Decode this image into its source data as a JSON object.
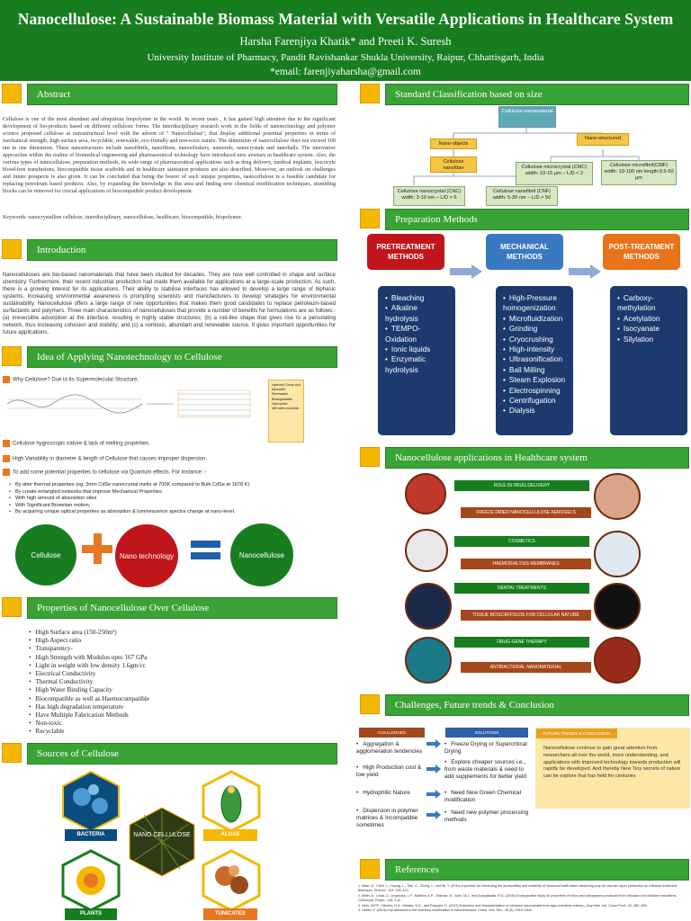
{
  "header": {
    "title": "Nanocellulose: A Sustainable Biomass Material with Versatile Applications in Healthcare System",
    "authors": "Harsha Farenjiya Khatik* and Preeti K. Suresh",
    "affiliation": "University Institute of Pharmacy, Pandit Ravishankar Shukla University, Raipur, Chhattisgarh, India",
    "email": "*email: farenjiyaharsha@gmail.com"
  },
  "sections": {
    "abstract": "Abstract",
    "introduction": "Introduction",
    "idea": "Idea of Applying Nanotechnology to Cellulose",
    "properties": "Properties of Nanocellulose Over Cellulose",
    "sources": "Sources of Cellulose",
    "classification": "Standard Classification based on size",
    "preparation": "Preparation Methods",
    "applications": "Nanocellulose applications in Healthcare system",
    "challenges": "Challenges, Future trends & Conclusion",
    "references": "References"
  },
  "abstract": {
    "text": "Cellulose is one of the most abundant and ubiquitous biopolymer in the world. In recent years , it has gained high attention due to the significant development of bio-products based on different cellulosic forms. The interdisciplinary research work in the fields of nanotechnology and polymer science proposed cellulose at nanostructural level with the advent of \" Nanocellulose\"; that display additional potential properties in terms of mechanical strength, high surface area, recyclable, renewable, eco-friendly and non-toxic nature. The dimension of nanocellulose does not exceed 100 nm in one dimension. These nanostructures include nanofibrils, nanofibres, nanowhiskers, nanorods, nanocrystals and nanoballs. The innovative approaches within the realms of biomedical engineering and pharmaceutical technology have introduced new avenues in healthcare system. Also, the various types of nanocellulose, preparation methods, its wide range of pharmaceutical applications such as drug delivery, medical implants, leucocyte blood-free transfusions, biocompatible tissue scaffolds and in healthcare sanitation products are also described. Moreover, an outlook on challenges and future prospects is also given. It can be concluded that being the bearer of such unique properties, nanocellulose is a feasible candidate for replacing petroleum based products. Also, by expanding the knowledge in this area and finding new chemical modification techniques, stumbling blocks can be removed for crucial applications of biocompatible product development.",
    "keywords": "Keywords: nanocrystalline cellulose, interdisciplinary, nanocellulose, healthcare, biocompatible, biopolymer."
  },
  "introduction": {
    "text": "Nanocelluloses are bio-based nanomaterials that have been studied for decades. They are now well controlled in shape and surface chemistry. Furthermore, their recent industrial production had made them available for applications at a large-scale production. As such, there is a growing interest for its applications. Their ability to stabilise interfaces has allowed to develop a large range of biphasic systems. Increasing environmental awareness is prompting scientists and manufacturers to develop strategies for environmental sustainability. Nanocellulose offers a large range of new opportunities that makes them good candidates to replace petroleum-based surfactants and polymers. Three main characteristics of nanocelluloses that provide a number of benefits for formulations are as follows:- (a) irreversible adsorption at the interface, resulting in highly stable structures; (b) a rod-like shape that gives rise to a percolating network, thus increasing cohesion and stability; and (c) a nontoxic, abundant and renewable source. It gives important opportunities for future applications."
  },
  "idea": {
    "why": "Why Cellulose? Due to its Supermolecular Structure.",
    "hydroxyl_box": [
      "Hydroxyl Group rich",
      "Abundant",
      "Renewable",
      "Biodegradable",
      "Hydrophilic",
      "still water-insoluble"
    ],
    "notes": [
      "Cellulose hygroscopic nature & lack of melting properties.",
      "High Variability in diameter & length of Cellulose that causes improper dispersion.",
      "To add some potential properties to cellulose via Quantum effects. For instance :-"
    ],
    "bullets": [
      "By alter thermal properties (eg. 3mm CdSe nanocrystal melts at 700K compared to Bulk CdSe at 1678 K)",
      "By create entangled networks that improve Mechanical Properties",
      "With high amount of absorption sites",
      "With Significant Brownian motion,",
      "By acquiring unique optical properties as absorption & luminescence spectra change at nano-level."
    ],
    "equation": {
      "a": "Cellulose",
      "b": "Nano technology",
      "c": "Nanocellulose"
    }
  },
  "properties": [
    "High Surface area (150-250m²)",
    "High Aspect ratio",
    "Transparency-",
    "High Strength with Modulus upto 167 GPa",
    "Light in weight with low density 1.6gm/cc",
    "Electrical Conductivity",
    "Thermal Conductivity",
    "High Water Binding Capacity",
    "Biocompatible as well as Haemocompatible",
    "Has high degradation temperature",
    "Have Multiple Fabrication Methods",
    "Non-toxic",
    "Recyclable"
  ],
  "sources": {
    "center": "NANO CELLULOSE",
    "labels": [
      "BACTERIA",
      "ALGAE",
      "PLANTS",
      "TUNICATES"
    ]
  },
  "classification": {
    "root": "Cellulose nanomaterial",
    "nano_objects": "Nano-objects",
    "nano_structured": "Nano-structured",
    "nanofiber": "Cellulose nanofiber",
    "cmc": "Cellulose microcrystal (CMC) width: 10-15 µm – L/D < 2",
    "cmf": "Cellulose microfibril(CMF) width: 10-100 nm length:0.5-50 µm",
    "cnc": "Cellulose nanocrystal (CNC) width: 3-10 nm – L/D > 5",
    "cnf": "Cellulose nanofibril (CNF) width: 5-30 nm – L/D > 50"
  },
  "preparation": [
    {
      "title": "PRETREATMENT METHODS",
      "color": "#c1151c",
      "items": [
        "Bleaching",
        "Alkaline hydrolysis",
        "TEMPO-Oxidation",
        "Ionic liquids",
        "Enzymatic hydrolysis"
      ]
    },
    {
      "title": "MECHANICAL METHODS",
      "color": "#3a78c2",
      "items": [
        "High-Pressure homogenization",
        "Microfluidization",
        "Grinding",
        "Cryocrushing",
        "High-intensity",
        "Ultrasonification",
        "Ball Milling",
        "Steam Explosion",
        "Electrospinning",
        "Centrifugation",
        "Dialysis"
      ]
    },
    {
      "title": "POST-TREATMENT METHODS",
      "color": "#e8731a",
      "items": [
        "Carboxy-methylation",
        "Acetylation",
        "Isocyanate",
        "Silylation"
      ]
    }
  ],
  "applications": [
    "ROLE IN DRUG DELIVERY",
    "FREEZE DRIED NANOCELLULOSE AEROGELS",
    "COSMETICS",
    "HAEMODIALYSIS MEMBRANES",
    "DENTAL TREATMENTS",
    "TISSUE BIOSCAFFOLDS FOR CELLULAR NATURE",
    "DRUG-GENE THERAPY",
    "ANTIBACTERIAL NANOMATERIAL"
  ],
  "challenges": {
    "col_challenges": "CHALLENGES",
    "col_solutions": "SOLUTIONS",
    "col_future": "FUTURE TRENDS & CONCLUSION",
    "items": [
      {
        "c": "Aggregation & agglomeration tendencies",
        "s": "Freeze Drying or Supercritical Drying"
      },
      {
        "c": "High Production cost & low yield",
        "s": "Explore cheaper sources i.e., from waste materials & need to add supplements for better yield"
      },
      {
        "c": "Hydrophilic Nature",
        "s": "Need New Green Chemical modification"
      },
      {
        "c": "Dispersion in polymer matrices & Incompatible sometimes",
        "s": "Need new polymer processing methods"
      }
    ],
    "future": "Nanocellulose continue to gain great attention from researchers all over the world, more understanding, and applications with improved technology towards production will rapidly be developed. And thereby New Tiny secrets of nature can be explore that has held for centuries"
  },
  "references": [
    "1. Miao, Q., Chen, L., Huang, L., Tian, C., Zheng, L., and Ni, Y. (2014) A process for enhancing the accessibility and reactivity of hardwood kraft-based dissolving pulp for viscose rayon production by cellulase treatment. Bioresour. Technol., 154, 109–113.",
    "2. Miller, A., Linda, Z., Lingarosa, L.F., Mathew, A.P., Oksman, K., John, M.J., and Anandjiwala, R.D. (2015) A comparative study on properties of micro and nanopapers produced from cellulose and cellulose nanofibres. Carbohydr. Polym., 118, 1–8.",
    "3. Neto, W.P.F., Silvério, H.A., Dantas, N.O., and Pasquini, D. (2013) Extraction and characterization of cellulose nanocrystals from agro-industrial residue—Soy hulls. Ind. Crops Prod., 42, 480–488.",
    "4. Habibi, Y. (2014) Key advances in the chemical modification of nanocelluloses. Chem. Soc. Rev., 43 (5), 1519–1542."
  ]
}
